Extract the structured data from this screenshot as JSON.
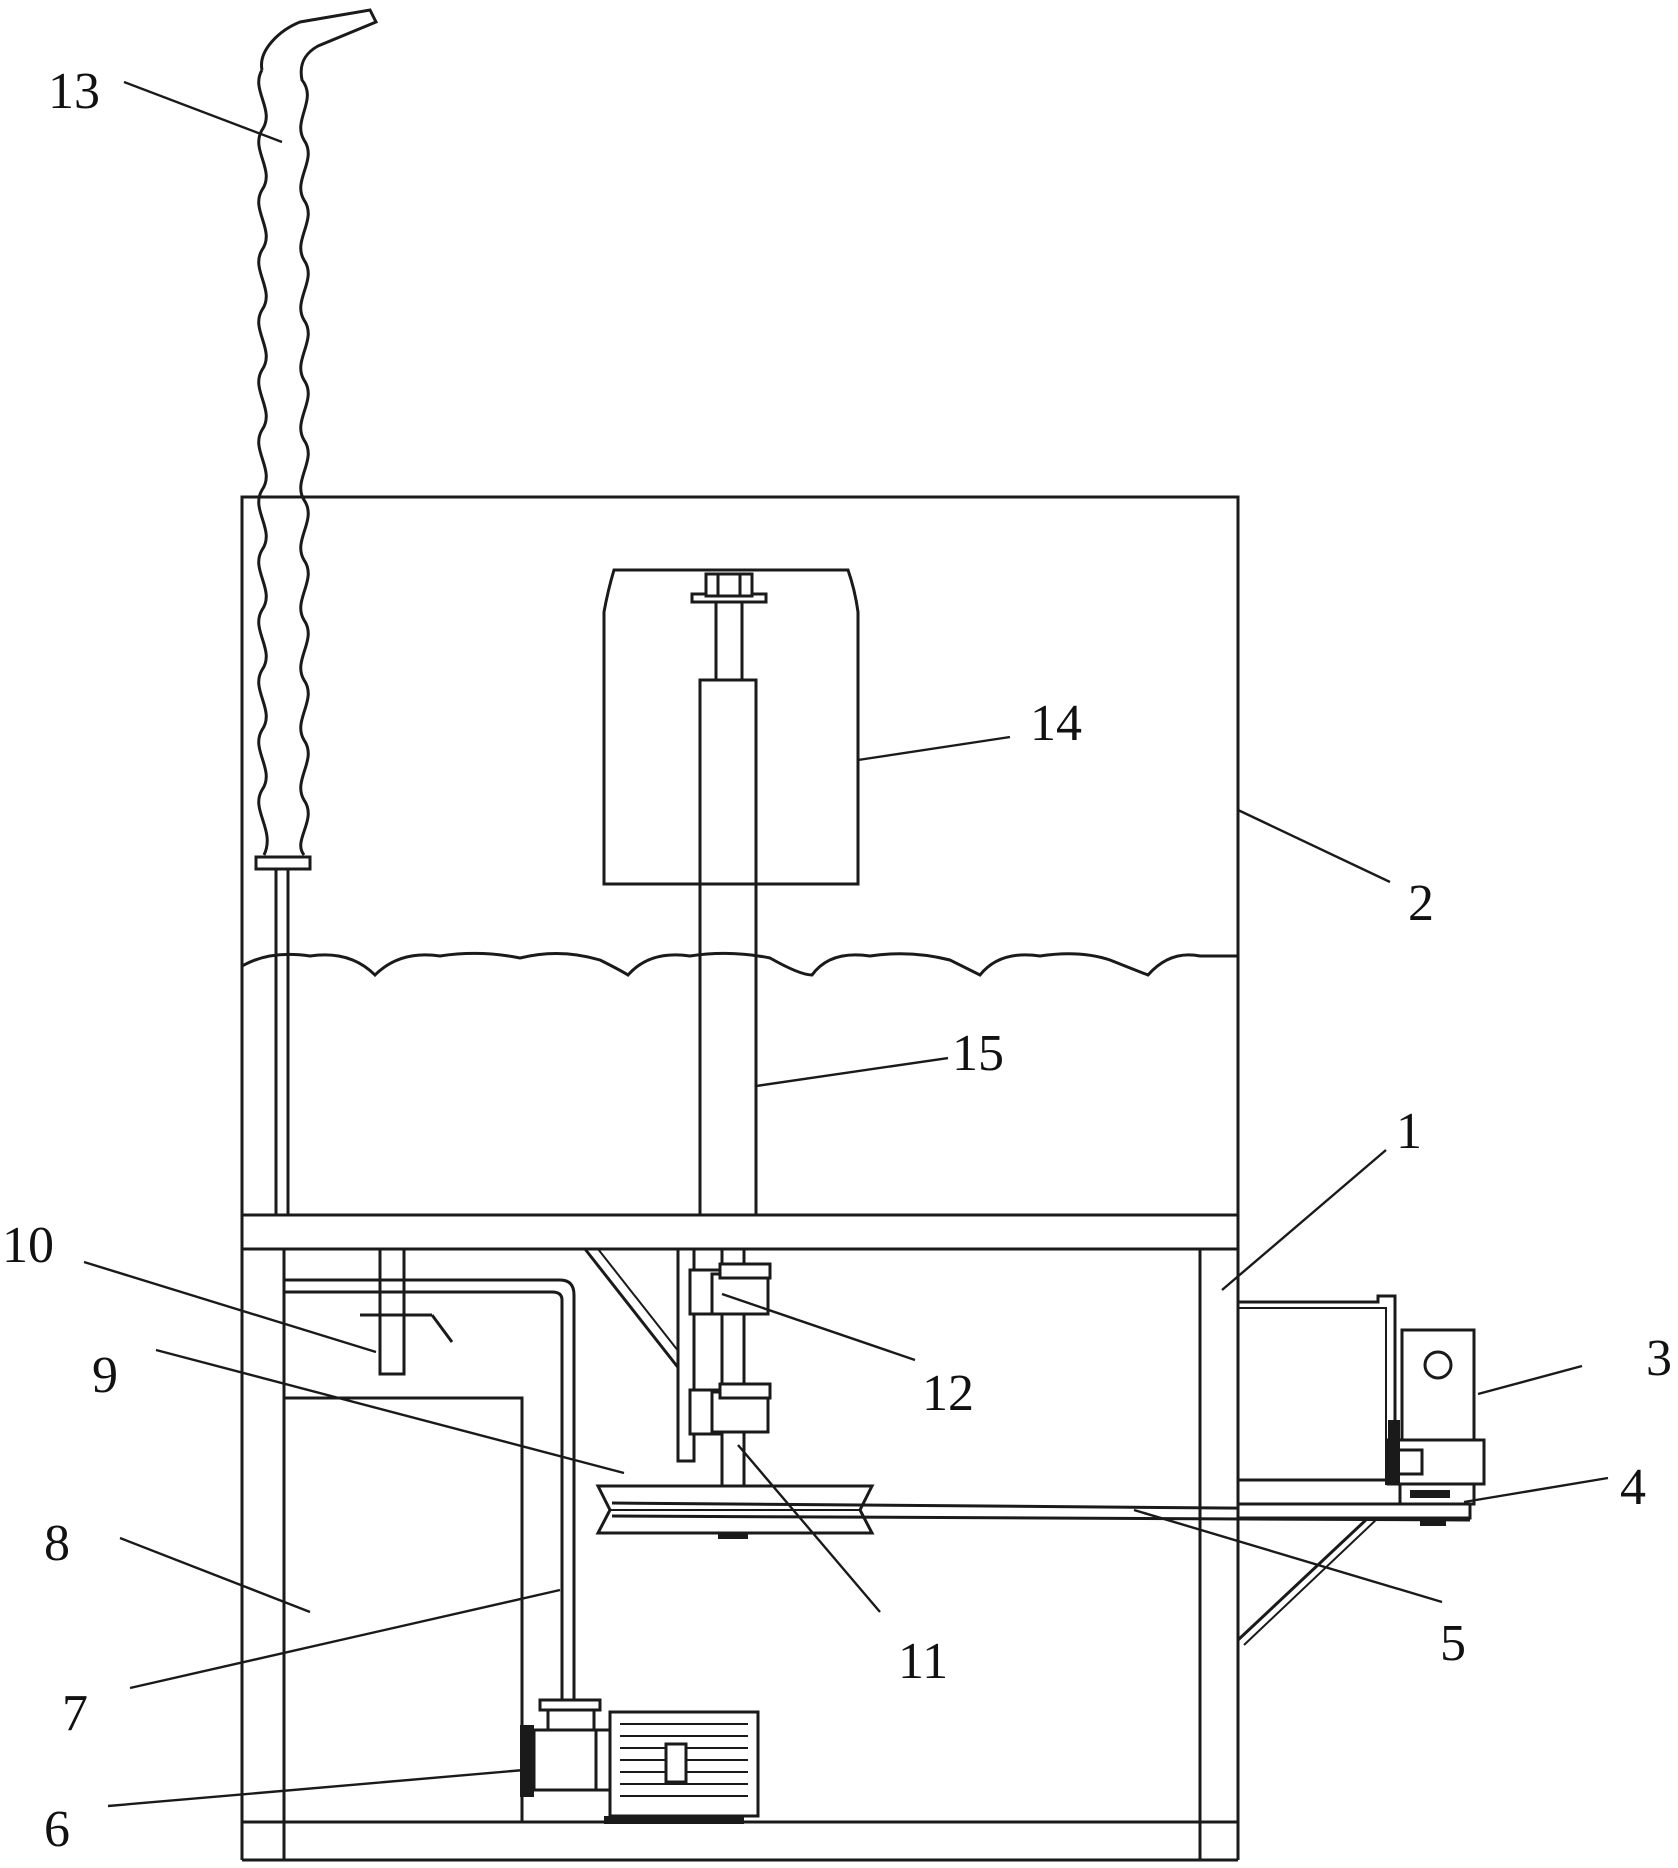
{
  "labels": {
    "l1": "1",
    "l2": "2",
    "l3": "3",
    "l4": "4",
    "l5": "5",
    "l6": "6",
    "l7": "7",
    "l8": "8",
    "l9": "9",
    "l10": "10",
    "l11": "11",
    "l12": "12",
    "l13": "13",
    "l14": "14",
    "l15": "15"
  }
}
